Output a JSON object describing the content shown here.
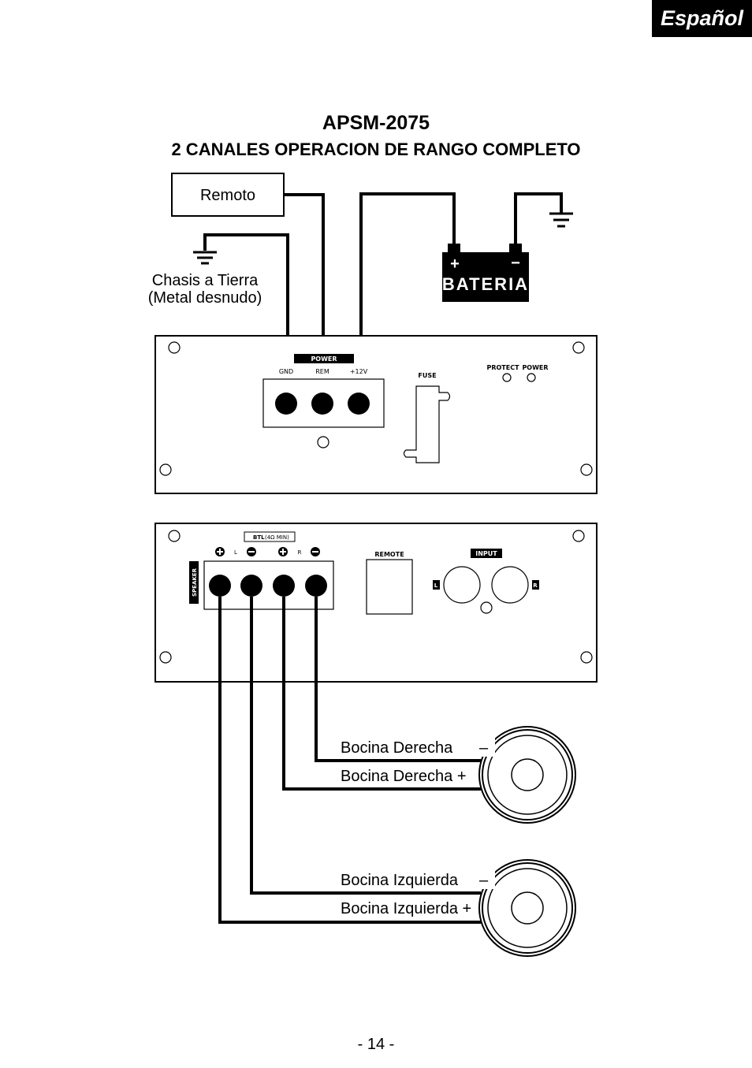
{
  "header": {
    "language_tab": "Español"
  },
  "title": {
    "model": "APSM-2075",
    "subtitle": "2 CANALES OPERACION DE RANGO COMPLETO"
  },
  "wiring": {
    "remote_label": "Remoto",
    "chassis_ground_line1": "Chasis a Tierra",
    "chassis_ground_line2": "(Metal desnudo)",
    "battery_label": "BATERIA",
    "battery_plus": "+",
    "battery_minus": "−"
  },
  "power_panel": {
    "power_label": "POWER",
    "terminals": [
      "GND",
      "REM",
      "+12V"
    ],
    "fuse_label": "FUSE",
    "protect_label": "PROTECT",
    "power_led_label": "POWER"
  },
  "speaker_panel": {
    "btl_label": "BTL",
    "btl_rating": "(4Ω MIN)",
    "left_label": "L",
    "right_label": "R",
    "speaker_label": "SPEAKER",
    "remote_label": "REMOTE",
    "input_label": "INPUT",
    "input_left": "L",
    "input_right": "R"
  },
  "speakers": {
    "right_neg": "Bocina Derecha",
    "right_neg_sign": "–",
    "right_pos": "Bocina Derecha +",
    "left_neg": "Bocina Izquierda",
    "left_neg_sign": "–",
    "left_pos": "Bocina Izquierda +"
  },
  "footer": {
    "page_number": "- 14 -"
  }
}
